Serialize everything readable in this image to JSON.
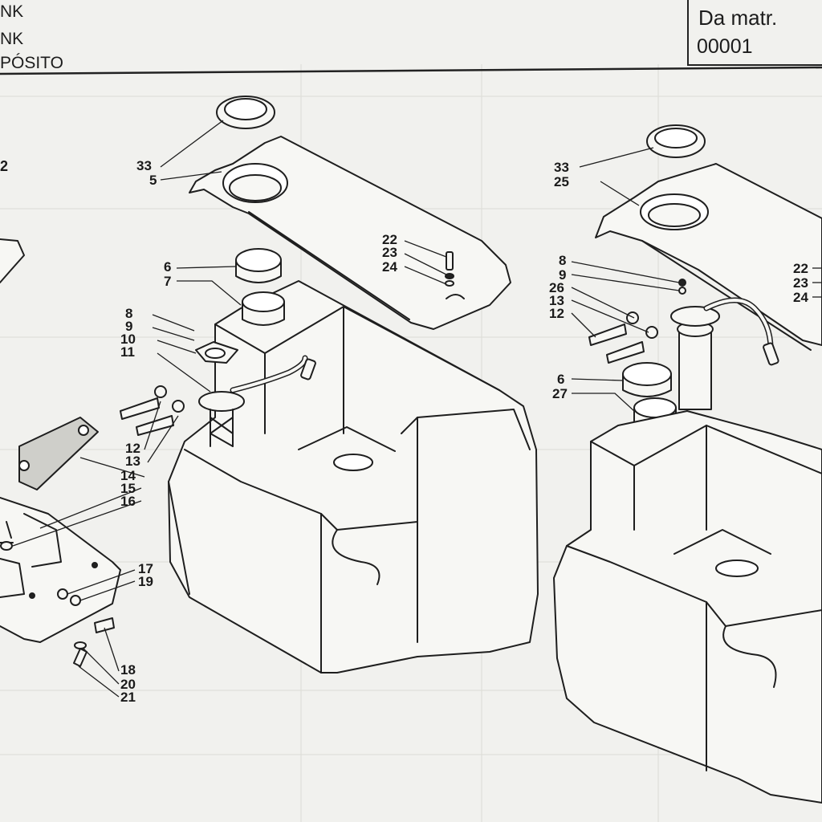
{
  "header": {
    "title_lines": [
      "NK",
      "NK",
      "PÓSITO"
    ],
    "serial_label": "Da matr.",
    "serial_value": "00001",
    "left_edge_mark": "2"
  },
  "callouts": {
    "left_assembly": [
      "33",
      "5",
      "6",
      "7",
      "8",
      "9",
      "10",
      "11",
      "12",
      "13",
      "14",
      "15",
      "16",
      "17",
      "19",
      "18",
      "20",
      "21",
      "22",
      "23",
      "24"
    ],
    "right_assembly": [
      "33",
      "25",
      "8",
      "9",
      "26",
      "13",
      "12",
      "6",
      "27",
      "22",
      "23",
      "24"
    ]
  },
  "colors": {
    "paper": "#f1f1ee",
    "line": "#1e1e1e",
    "faint_table": "#d9d9d4"
  }
}
